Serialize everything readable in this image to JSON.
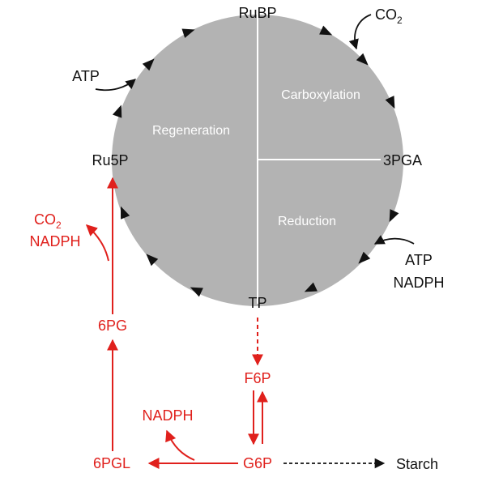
{
  "colors": {
    "circle_fill": "#b3b3b3",
    "divider": "#ffffff",
    "black": "#111111",
    "red": "#e0201c"
  },
  "cycle": {
    "top_node": "RuBP",
    "right_node": "3PGA",
    "bottom_node": "TP",
    "left_node": "Ru5P",
    "phases": {
      "carboxylation": "Carboxylation",
      "reduction": "Reduction",
      "regeneration": "Regeneration"
    },
    "inputs": {
      "co2_main": "CO",
      "co2_sub": "2",
      "atp_regeneration": "ATP",
      "atp_reduction": "ATP",
      "nadph_reduction": "NADPH"
    }
  },
  "pathway": {
    "f6p": "F6P",
    "g6p": "G6P",
    "starch": "Starch",
    "pgl6": "6PGL",
    "pg6": "6PG",
    "nadph_output": "NADPH",
    "co2_output_main": "CO",
    "co2_output_sub": "2",
    "nadph_output_2": "NADPH"
  }
}
